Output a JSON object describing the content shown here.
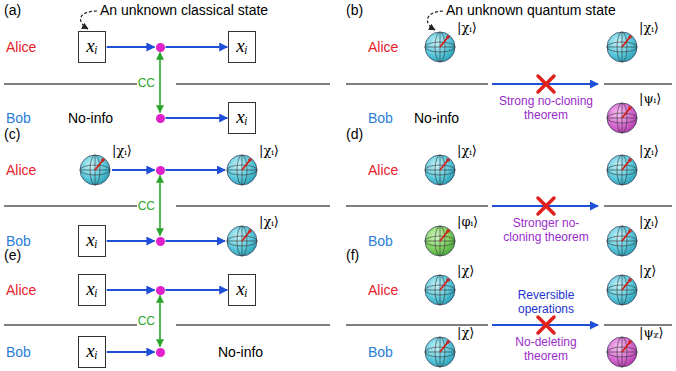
{
  "diagram": {
    "nodes": [
      {
        "text": [
          "xᵢ"
        ]
      },
      {
        "text": []
      },
      {
        "text": [
          "xᵢ"
        ]
      },
      {
        "text": []
      },
      {
        "text": [
          "xᵢ"
        ]
      },
      {
        "text": [
          "|χᵢ⟩"
        ]
      },
      {
        "text": [
          "|χᵢ⟩"
        ]
      },
      {
        "text": [
          "|ψᵢ⟩"
        ]
      },
      {
        "text": [
          "|χᵢ⟩"
        ]
      },
      {
        "text": []
      },
      {
        "text": [
          "|χᵢ⟩"
        ]
      },
      {
        "text": [
          "xᵢ"
        ]
      },
      {
        "text": []
      },
      {
        "text": [
          "|χᵢ⟩"
        ]
      },
      {
        "text": [
          "|χᵢ⟩"
        ]
      },
      {
        "text": [
          "|χᵢ⟩"
        ]
      },
      {
        "text": [
          "|φᵢ⟩"
        ]
      },
      {
        "text": [
          "|χᵢ⟩"
        ]
      },
      {
        "text": [
          "xᵢ"
        ]
      },
      {
        "text": []
      },
      {
        "text": [
          "xᵢ"
        ]
      },
      {
        "text": [
          "xᵢ"
        ]
      },
      {
        "text": []
      },
      {
        "text": [
          "|χ⟩"
        ]
      },
      {
        "text": [
          "|χ⟩"
        ]
      },
      {
        "text": [
          "|χ⟩"
        ]
      },
      {
        "text": [
          "|ψᵪ⟩"
        ]
      }
    ],
    "edges": [
      {
        "from": 0,
        "to": 1,
        "arrow": "to"
      },
      {
        "from": 1,
        "to": 2,
        "arrow": "to"
      },
      {
        "from": 1,
        "to": 3,
        "label": "CC",
        "arrow": "both"
      },
      {
        "from": 3,
        "to": 4,
        "arrow": "to"
      },
      {
        "from": 8,
        "to": 9,
        "arrow": "to"
      },
      {
        "from": 9,
        "to": 10,
        "arrow": "to"
      },
      {
        "from": 9,
        "to": 12,
        "label": "CC",
        "arrow": "both"
      },
      {
        "from": 11,
        "to": 12,
        "arrow": "to"
      },
      {
        "from": 12,
        "to": 13,
        "arrow": "to"
      },
      {
        "from": 18,
        "to": 19,
        "arrow": "to"
      },
      {
        "from": 19,
        "to": 20,
        "arrow": "to"
      },
      {
        "from": 19,
        "to": 22,
        "label": "CC",
        "arrow": "both"
      },
      {
        "from": 21,
        "to": 22,
        "arrow": "to"
      }
    ],
    "labels": [
      "(a)",
      "Alice",
      "Bob",
      "An unknown classical state",
      "No-info",
      "(b)",
      "Alice",
      "Bob",
      "An unknown quantum state",
      "No-info",
      "Strong no-cloning theorem",
      "(c)",
      "Alice",
      "Bob",
      "(d)",
      "Alice",
      "Bob",
      "Stronger no-cloning theorem",
      "(e)",
      "Alice",
      "Bob",
      "No-info",
      "(f)",
      "Alice",
      "Bob",
      "Reversible operations",
      "No-deleting theorem"
    ]
  }
}
